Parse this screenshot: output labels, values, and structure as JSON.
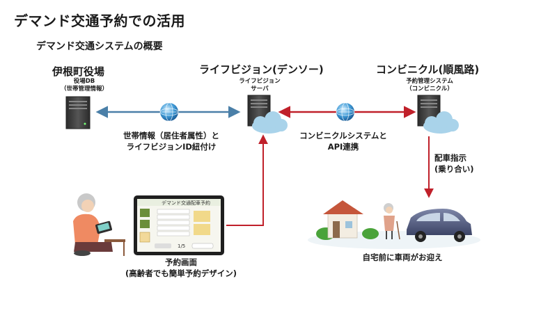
{
  "title": "デマンド交通予約での活用",
  "subtitle": "デマンド交通システムの概要",
  "nodes": {
    "ine": {
      "title": "伊根町役場",
      "sublabel_1": "役場DB",
      "sublabel_2": "（世帯管理情報）"
    },
    "life": {
      "title": "ライフビジョン(デンソー)",
      "sublabel_1": "ライフビジョン",
      "sublabel_2": "サーバ"
    },
    "konbini": {
      "title": "コンビニクル(順風路)",
      "sublabel_1": "予約管理システム",
      "sublabel_2": "（コンビニクル）"
    }
  },
  "connections": {
    "left": {
      "line1": "世帯情報（居住者属性）と",
      "line2": "ライフビジョンID紐付け"
    },
    "right": {
      "line1": "コンビニクルシステムと",
      "line2": "API連携"
    },
    "dispatch": {
      "line1": "配車指示",
      "line2": "(乗り合い)"
    }
  },
  "captions": {
    "booking": {
      "line1": "予約画面",
      "line2": "(高齢者でも簡単予約デザイン)"
    },
    "pickup": "自宅前に車両がお迎え"
  },
  "tablet": {
    "header": "デマンド交通配車予約",
    "page": "1/5"
  },
  "colors": {
    "blue_arrow": "#4a7fa8",
    "red_arrow": "#c0202a",
    "cloud": "#a9d3ea",
    "server": "#3e3e3e"
  }
}
